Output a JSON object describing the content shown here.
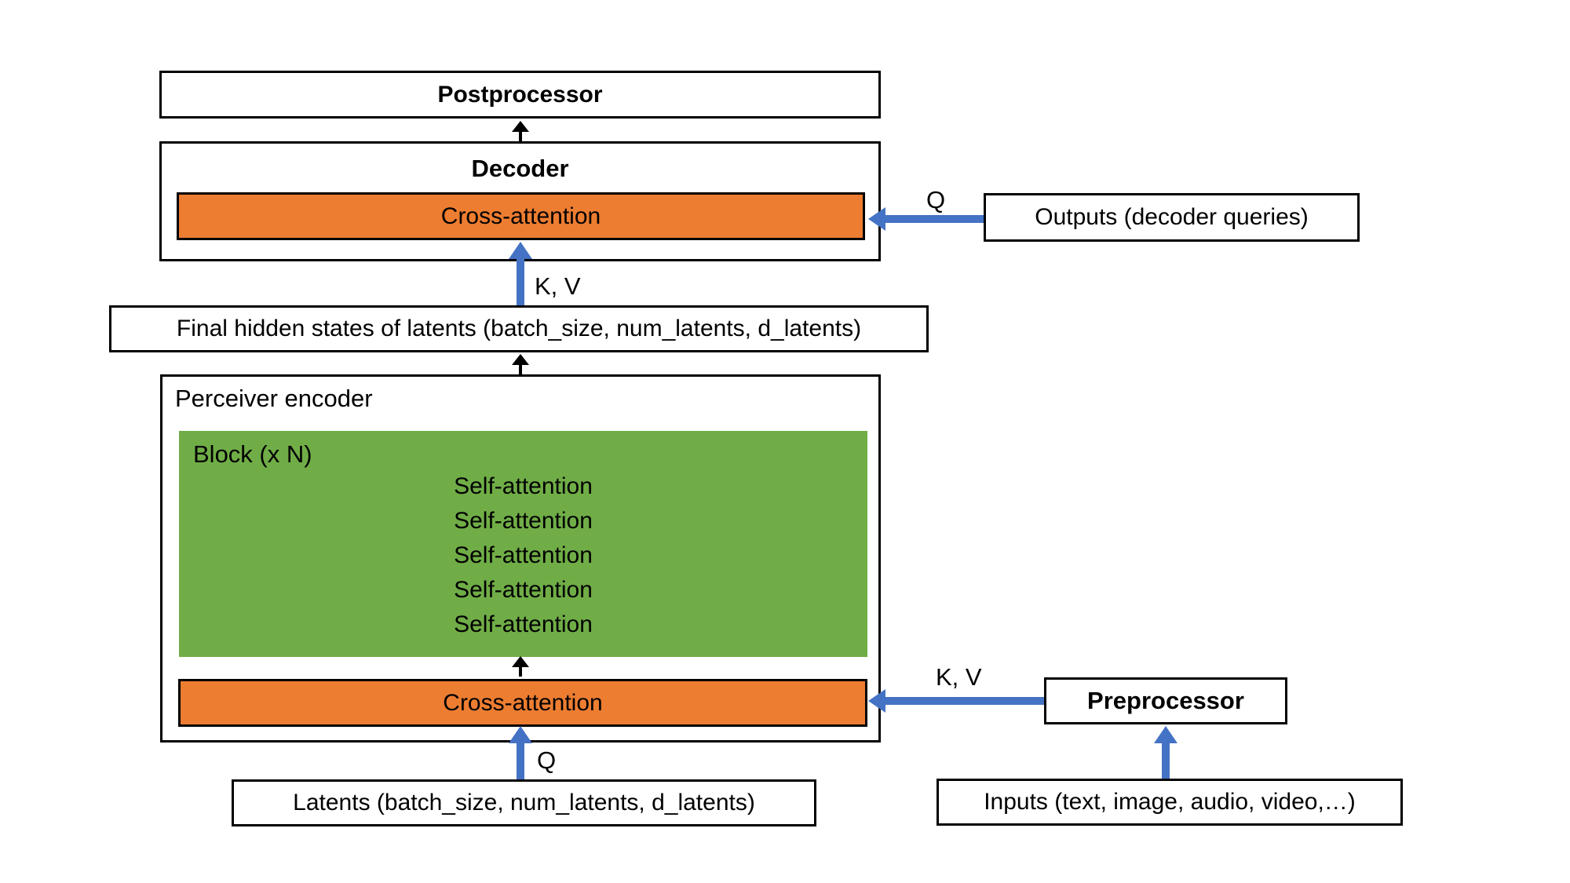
{
  "colors": {
    "orange": "#ED7D31",
    "green": "#70AD47",
    "blue": "#4472C4",
    "border": "#000000"
  },
  "diagram": {
    "postprocessor": {
      "label": "Postprocessor"
    },
    "decoder": {
      "title": "Decoder",
      "cross_attention": "Cross-attention"
    },
    "outputs": {
      "label": "Outputs (decoder queries)"
    },
    "final_hidden": {
      "label": "Final hidden states of latents (batch_size, num_latents, d_latents)"
    },
    "encoder": {
      "title": "Perceiver encoder",
      "block_label": "Block (x N)",
      "self_attention_layers": [
        "Self-attention",
        "Self-attention",
        "Self-attention",
        "Self-attention",
        "Self-attention"
      ],
      "cross_attention": "Cross-attention"
    },
    "preprocessor": {
      "label": "Preprocessor"
    },
    "latents": {
      "label": "Latents (batch_size, num_latents, d_latents)"
    },
    "inputs": {
      "label": "Inputs (text, image, audio, video,…)"
    },
    "edge_labels": {
      "q_decoder": "Q",
      "kv_decoder": "K, V",
      "kv_encoder": "K, V",
      "q_encoder": "Q"
    }
  }
}
